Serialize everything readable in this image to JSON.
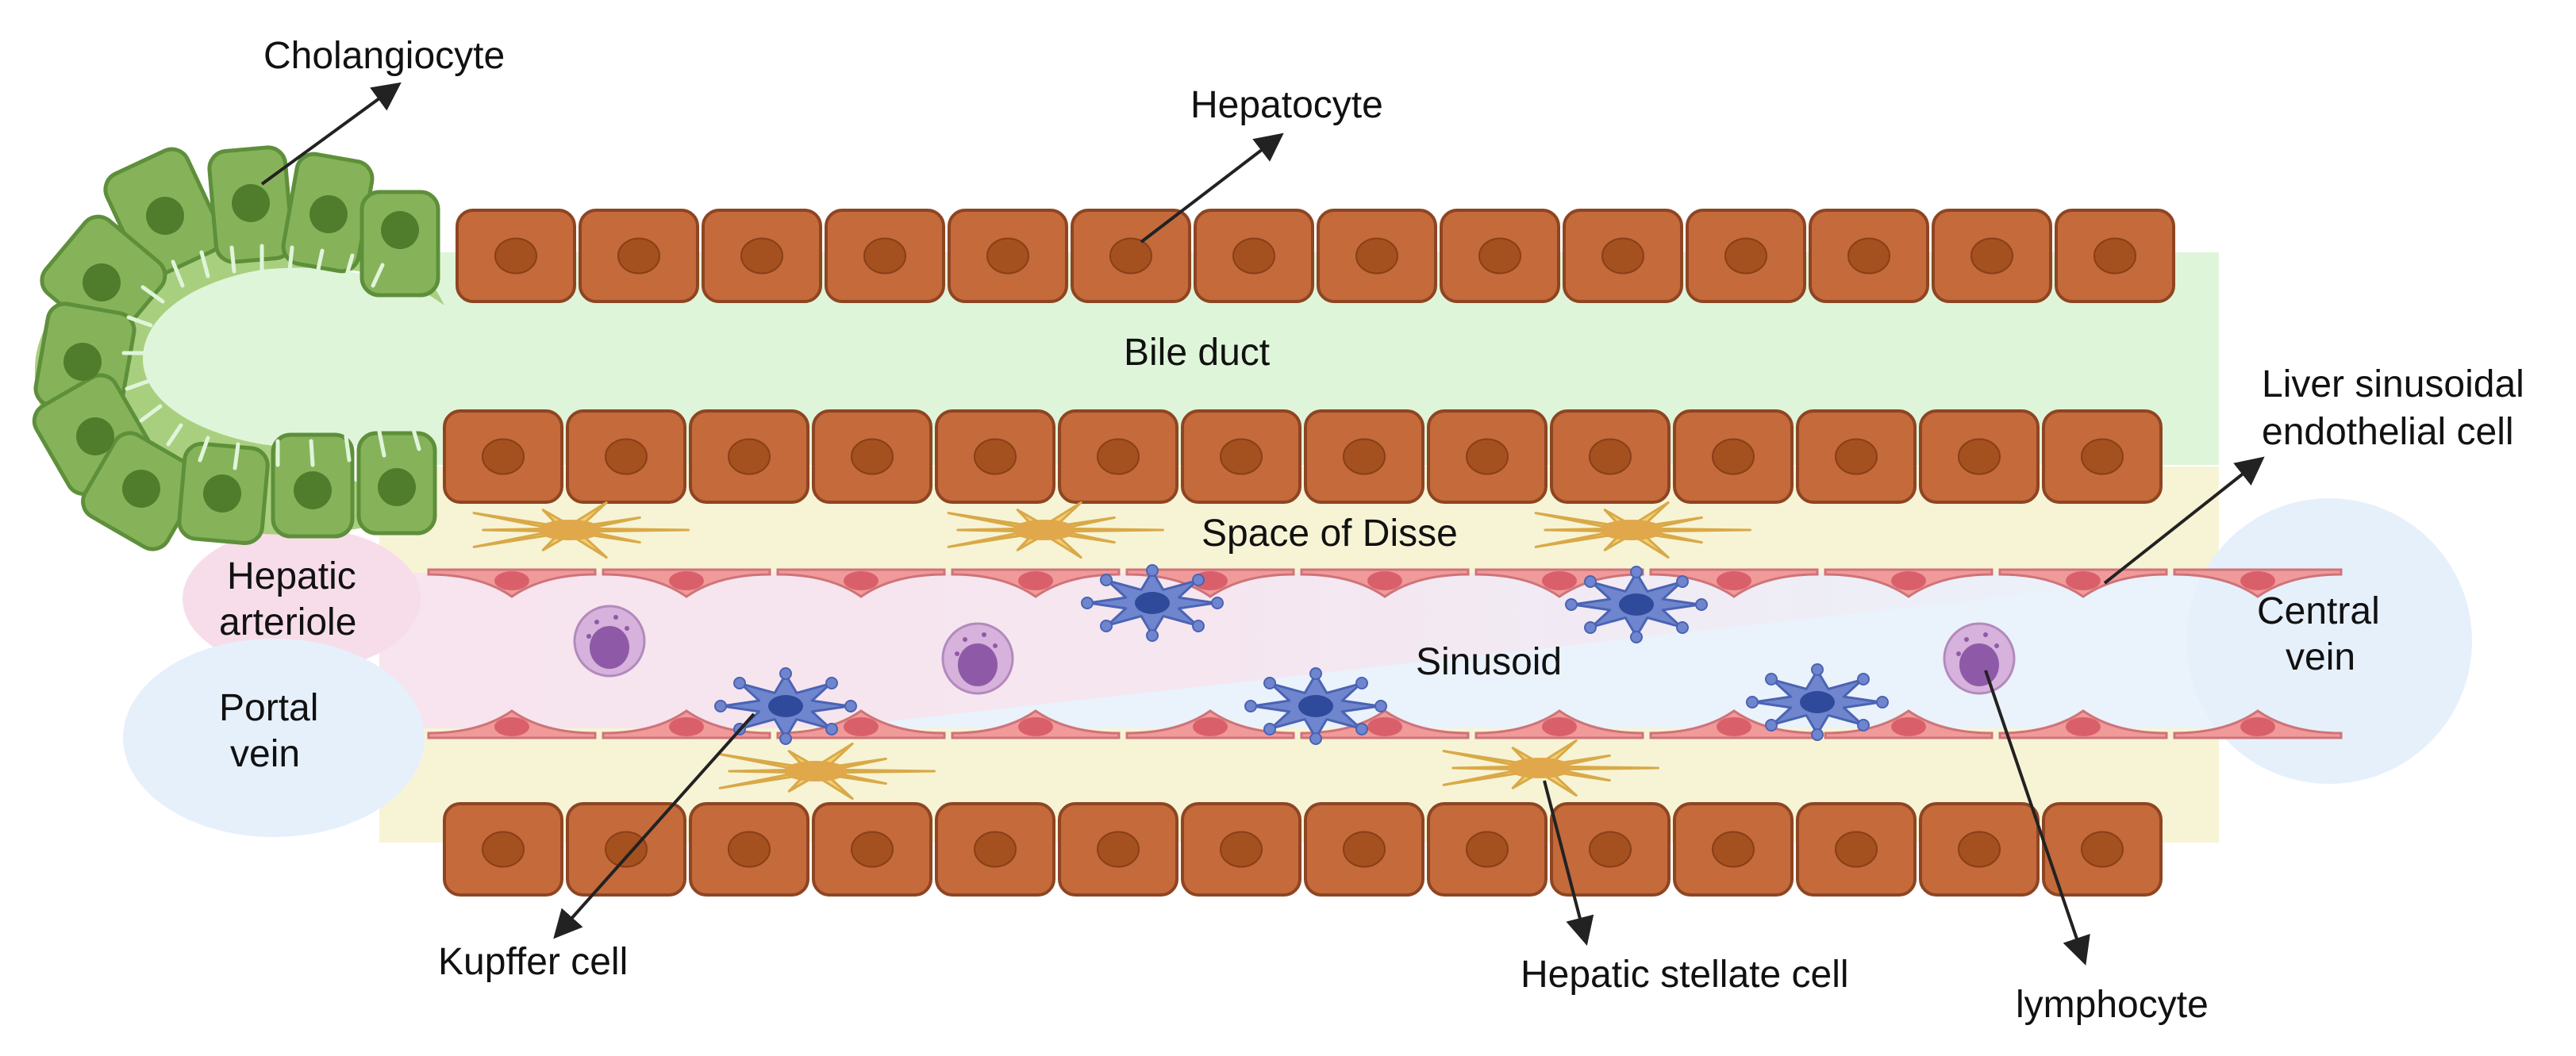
{
  "labels": {
    "cholangiocyte": "Cholangiocyte",
    "hepatocyte": "Hepatocyte",
    "bile_duct": "Bile duct",
    "lsec_line1": "Liver sinusoidal",
    "lsec_line2": "endothelial cell",
    "space_of_disse": "Space of Disse",
    "hepatic_arteriole_line1": "Hepatic",
    "hepatic_arteriole_line2": "arteriole",
    "sinusoid": "Sinusoid",
    "central_vein_line1": "Central",
    "central_vein_line2": "vein",
    "portal_vein_line1": "Portal",
    "portal_vein_line2": "vein",
    "kupffer_cell": "Kupffer cell",
    "hepatic_stellate_cell": "Hepatic stellate cell",
    "lymphocyte": "lymphocyte"
  },
  "colors": {
    "hepatocyte": "#c46a3b",
    "hepatocyte_border": "#8e4522",
    "hepatocyte_nucleus": "#a5501f",
    "cholangiocyte": "#86b35a",
    "cholangiocyte_nucleus": "#4f7d2c",
    "bile_duct": "#dff5da",
    "space_of_disse": "#f7f4d6",
    "sinusoid_arterial": "#f7e4ee",
    "sinusoid_venous": "#eaf2fb",
    "hepatic_arteriole": "#f7dde9",
    "portal_vein": "#e6f0fb",
    "central_vein": "#e6f0fb",
    "endothelial_cell": "#f09a9a",
    "endothelial_nucleus": "#d9606a",
    "kupffer_cell": "#6f86cf",
    "kupffer_nucleus": "#2f4a9a",
    "stellate_cell": "#f4cf72",
    "stellate_nucleus": "#e0a84a",
    "lymphocyte": "#d6b2dc",
    "lymphocyte_nucleus": "#8e5aa8",
    "arrow": "#222222"
  }
}
